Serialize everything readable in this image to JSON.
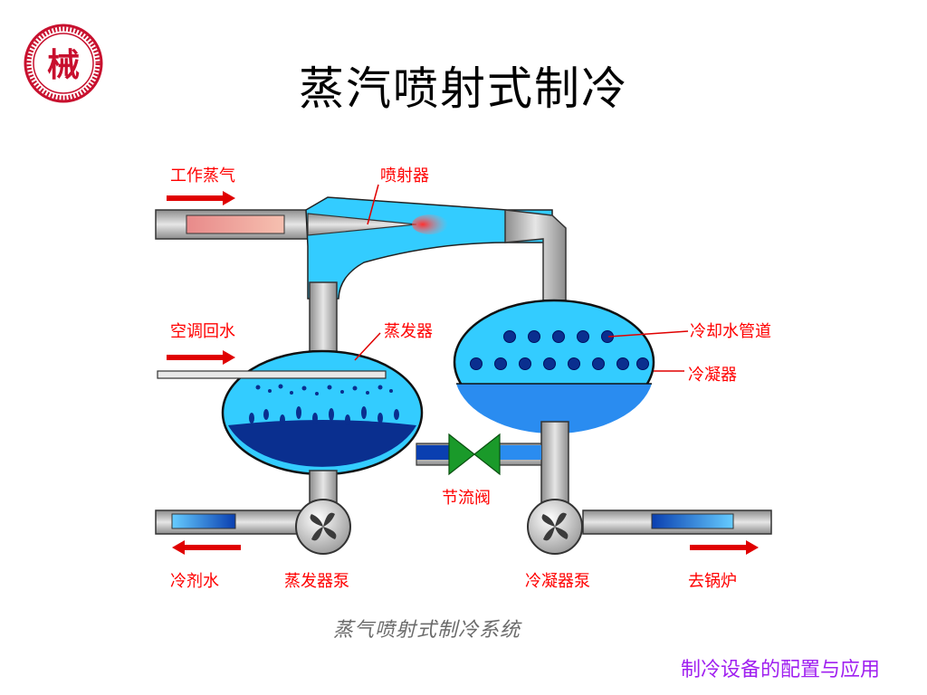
{
  "title": "蒸汽喷射式制冷",
  "logo_text": "械",
  "labels": {
    "working_steam": "工作蒸气",
    "ejector": "喷射器",
    "ac_return_water": "空调回水",
    "evaporator": "蒸发器",
    "cooling_water_pipe": "冷却水管道",
    "condenser": "冷凝器",
    "throttle_valve": "节流阀",
    "chilled_water": "冷剂水",
    "evaporator_pump": "蒸发器泵",
    "condenser_pump": "冷凝器泵",
    "to_boiler": "去锅炉"
  },
  "caption": "蒸气喷射式制冷系统",
  "footer": "制冷设备的配置与应用",
  "colors": {
    "label": "#ff0000",
    "footer": "#a020f0",
    "water_light": "#33ccff",
    "water_dark": "#0a2f8f",
    "pipe": "#b8b8b8",
    "valve": "#1a9a2a",
    "arrow": "#e00000"
  }
}
